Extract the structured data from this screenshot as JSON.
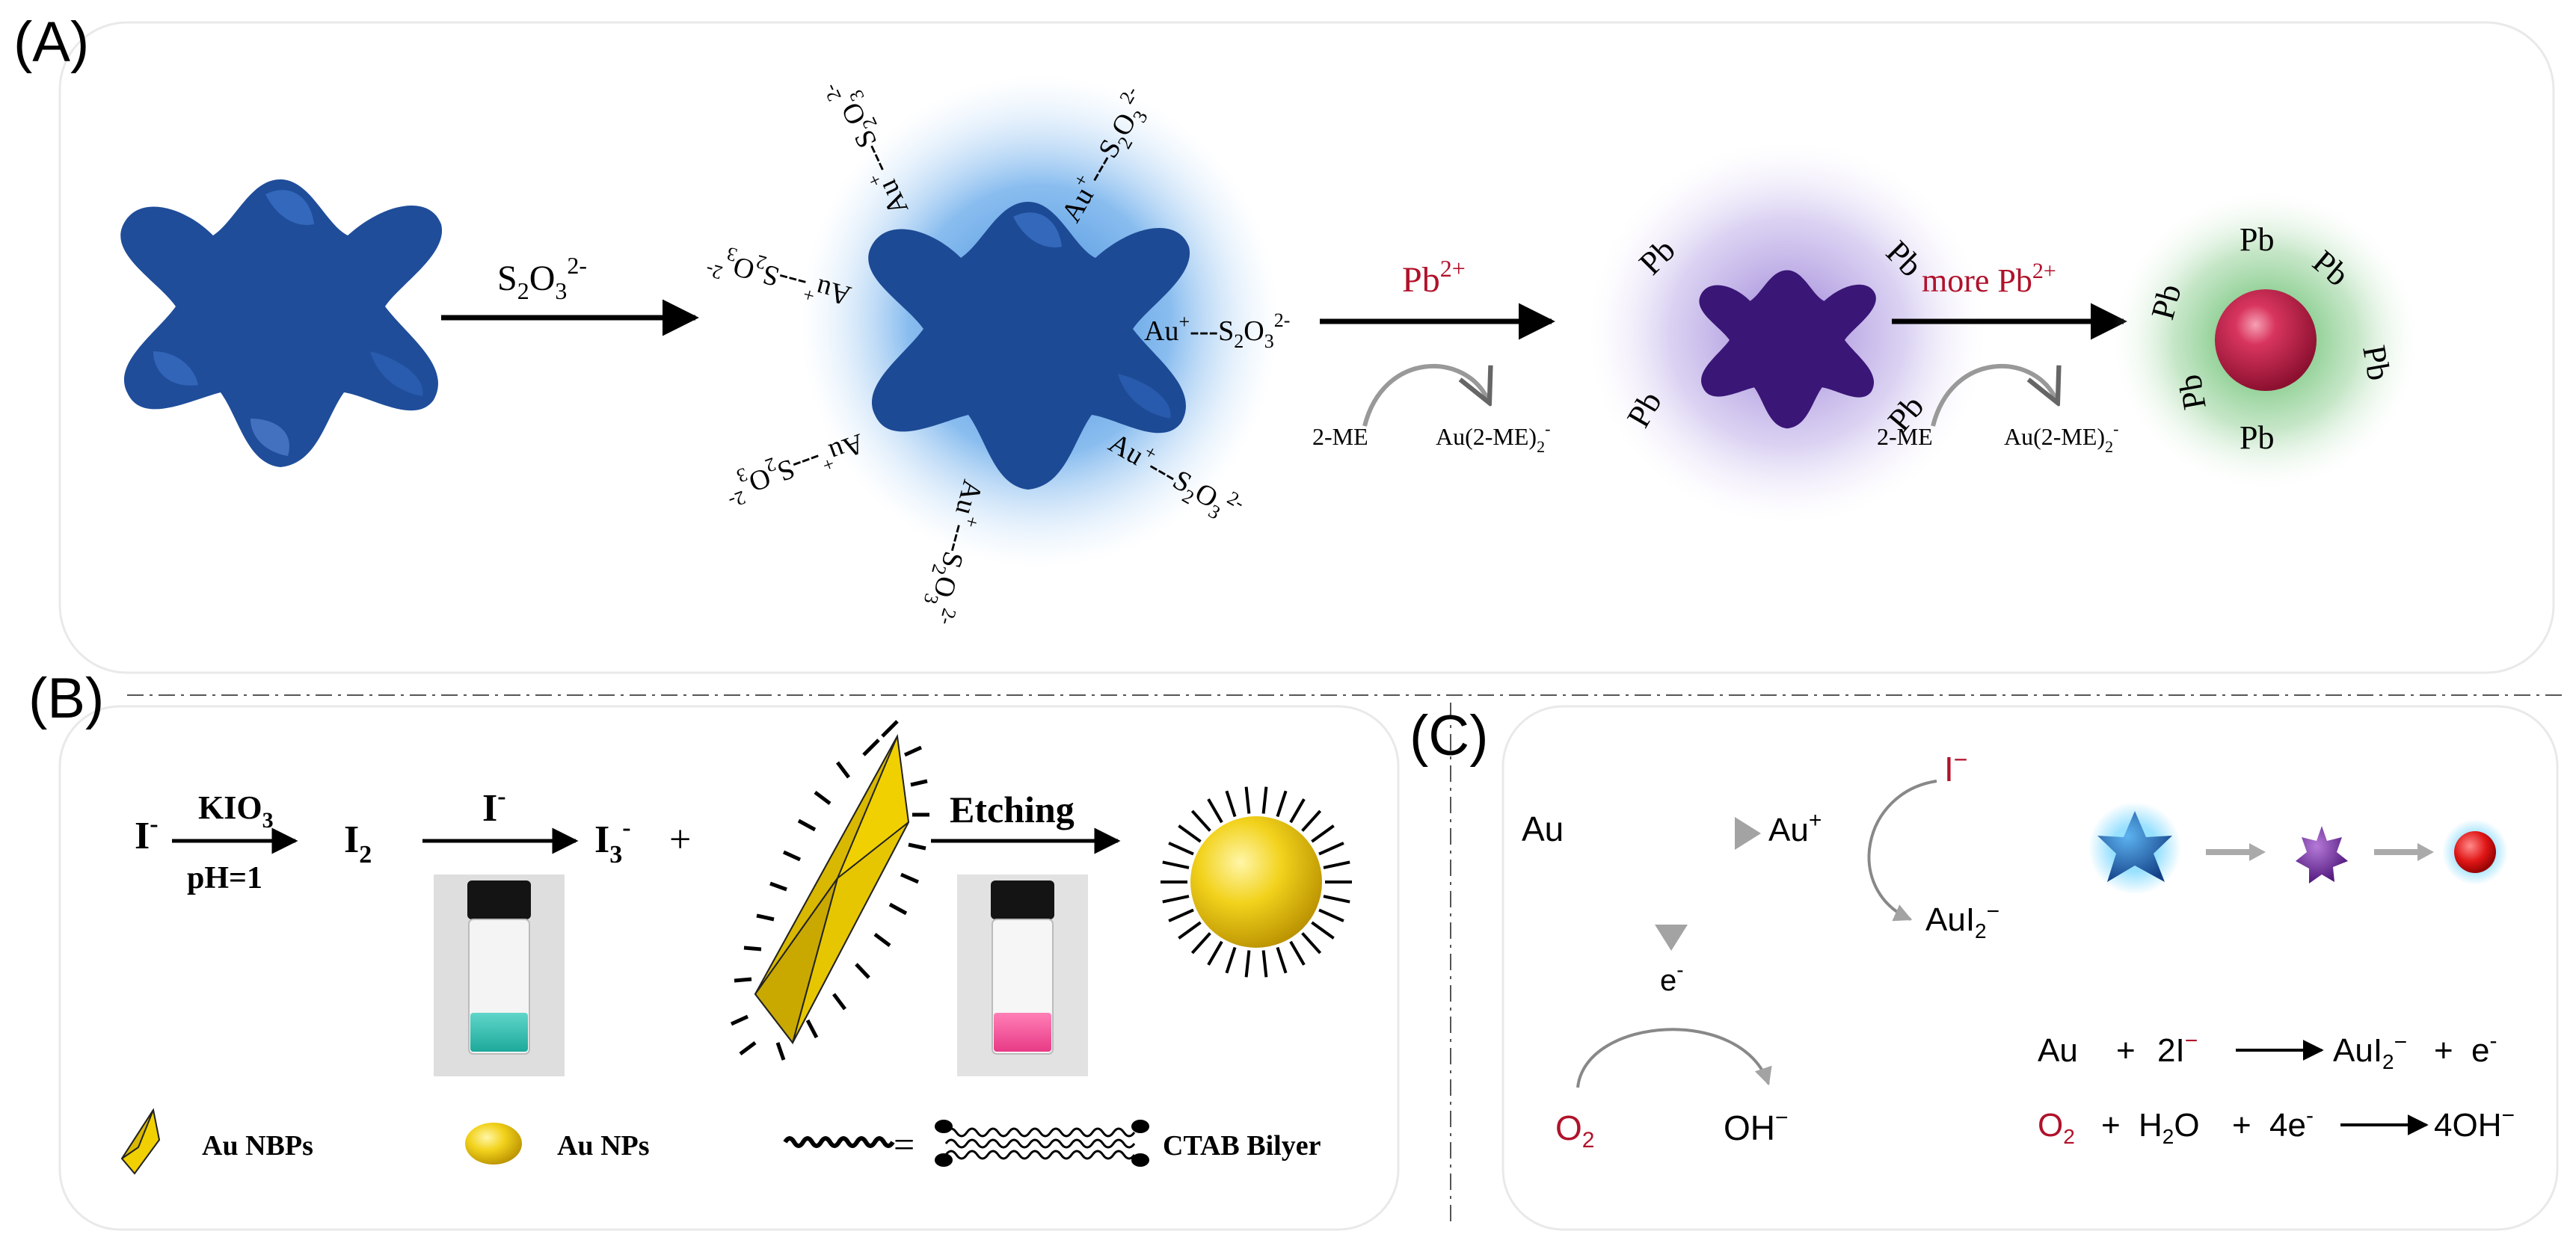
{
  "panel_labels": {
    "a": "(A)",
    "b": "(B)",
    "c": "(C)"
  },
  "colors": {
    "dark_red": "#b0122b",
    "navy": "#1f4d9a",
    "ink": "#000000"
  },
  "panel_a": {
    "step1_reagent_base": "S",
    "step1_sub": "2",
    "step1_mid": "O",
    "step1_sub2": "3",
    "step1_sup": "2-",
    "step2_reagent_base": "Pb",
    "step2_sup": "2+",
    "step3_reagent_base": "more Pb",
    "step3_sup": "2+",
    "ligand_au": "Au",
    "ligand_sup": "+",
    "ligand_link": "---S",
    "ligand_sub": "2",
    "ligand_o": "O",
    "ligand_sub2": "3",
    "ligand_charge": "2-",
    "side_reagent": "2-ME",
    "side_product": "Au(2-ME)",
    "side_product_sub": "2",
    "side_product_sup": "-",
    "pb": "Pb"
  },
  "panel_b": {
    "iodide": "I",
    "iodide_sup": "-",
    "kio3_base": "KIO",
    "kio3_sub": "3",
    "condition": "pH=1",
    "iodine_base": "I",
    "iodine_sub": "2",
    "arrow2_label": "I",
    "arrow2_sup": "-",
    "triiodide_base": "I",
    "triiodide_sub": "3",
    "triiodide_sup": "-",
    "plus": "+",
    "etching": "Etching",
    "legend_nbps": "Au NBPs",
    "legend_nps": "Au NPs",
    "legend_equals": "=",
    "legend_ctab": "CTAB Bilyer"
  },
  "panel_c": {
    "au": "Au",
    "au_plus": "Au",
    "au_plus_sup": "+",
    "iodide": "I",
    "iodide_sup": "−",
    "aui2": "AuI",
    "aui2_sub": "2",
    "aui2_sup": "−",
    "electron": "e",
    "electron_sup": "-",
    "o2": "O",
    "o2_sub": "2",
    "hydroxide": "OH",
    "hydroxide_sup": "−",
    "eq1_au": "Au",
    "eq1_plus": "+",
    "eq1_coef": "2I",
    "eq1_coef_sup": "−",
    "eq1_prod": "AuI",
    "eq1_prod_sub": "2",
    "eq1_prod_sup": "−",
    "eq1_plus2": "+",
    "eq1_e": "e",
    "eq1_e_sup": "-",
    "eq2_o2": "O",
    "eq2_o2_sub": "2",
    "eq2_plus": "+",
    "eq2_h2o": "H",
    "eq2_h2o_sub": "2",
    "eq2_h2o_o": "O",
    "eq2_plus2": "+",
    "eq2_4e": "4e",
    "eq2_4e_sup": "-",
    "eq2_prod": "4OH",
    "eq2_prod_sup": "−"
  }
}
